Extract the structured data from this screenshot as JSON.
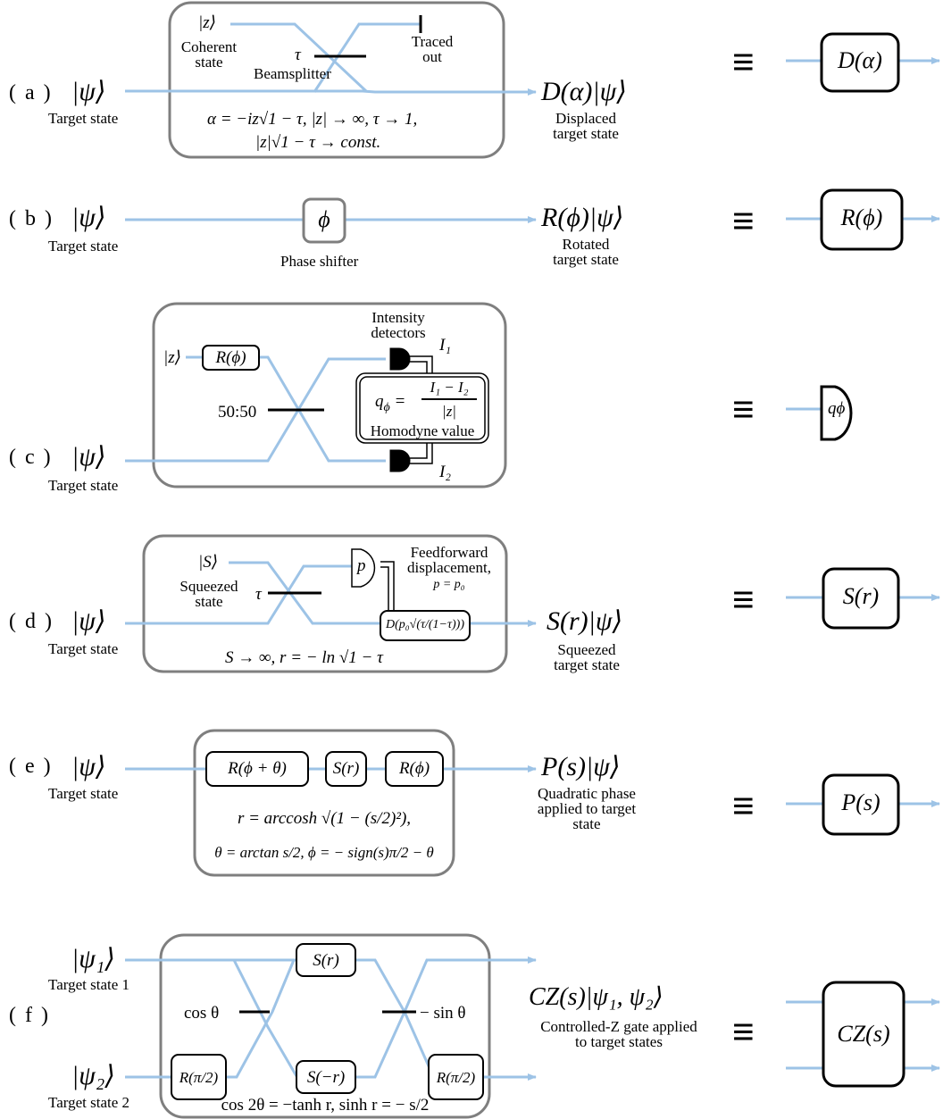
{
  "a": {
    "label": "( a )",
    "input": "|ψ⟩",
    "input_caption": "Target state",
    "coherent": "|z⟩",
    "coherent_caption1": "Coherent",
    "coherent_caption2": "state",
    "tau": "τ",
    "beamsplitter": "Beamsplitter",
    "traced1": "Traced",
    "traced2": "out",
    "formula1": "α = −iz√1 − τ, |z| → ∞, τ → 1,",
    "formula2": "|z|√1 − τ → const.",
    "output": "D(α)|ψ⟩",
    "output_caption1": "Displaced",
    "output_caption2": "target state",
    "gate": "D(α)"
  },
  "b": {
    "label": "( b )",
    "input": "|ψ⟩",
    "input_caption": "Target state",
    "phase": "ϕ",
    "phase_caption": "Phase shifter",
    "output": "R(ϕ)|ψ⟩",
    "output_caption1": "Rotated",
    "output_caption2": "target state",
    "gate": "R(ϕ)"
  },
  "c": {
    "label": "( c )",
    "input": "|ψ⟩",
    "input_caption": "Target state",
    "coherent": "|z⟩",
    "rotation": "R(ϕ)",
    "split": "50:50",
    "detectors1": "Intensity",
    "detectors2": "detectors",
    "i1": "I₁",
    "i2": "I₂",
    "q_lhs": "q",
    "q_sub": "ϕ",
    "q_num": "I₁ − I₂",
    "q_den": "|z|",
    "homodyne": "Homodyne value",
    "gate": "qϕ"
  },
  "d": {
    "label": "( d )",
    "input": "|ψ⟩",
    "input_caption": "Target state",
    "squeezed": "|S⟩",
    "squeezed_caption1": "Squeezed",
    "squeezed_caption2": "state",
    "tau": "τ",
    "p": "p",
    "ff1": "Feedforward",
    "ff2": "displacement,",
    "ff3": "p = p₀",
    "displacement": "D(p₀√(τ/(1−τ)))",
    "formula": "S → ∞, r = − ln √1 − τ",
    "output": "S(r)|ψ⟩",
    "output_caption1": "Squeezed",
    "output_caption2": "target state",
    "gate": "S(r)"
  },
  "e": {
    "label": "( e )",
    "input": "|ψ⟩",
    "input_caption": "Target state",
    "r1": "R(ϕ + θ)",
    "s": "S(r)",
    "r2": "R(ϕ)",
    "formula1": "r = arccosh √(1 − (s/2)²),",
    "formula2": "θ = arctan s/2, ϕ = − sign(s)π/2 − θ",
    "output": "P(s)|ψ⟩",
    "output_caption1": "Quadratic phase",
    "output_caption2": "applied to target",
    "output_caption3": "state",
    "gate": "P(s)"
  },
  "f": {
    "label": "( f )",
    "input1": "|ψ₁⟩",
    "input1_caption": "Target state 1",
    "input2": "|ψ₂⟩",
    "input2_caption": "Target state 2",
    "cos": "cos θ",
    "sin": "− sin θ",
    "s_top": "S(r)",
    "s_bot": "S(−r)",
    "r_left": "R(π/2)",
    "r_right": "R(π/2)",
    "formula": "cos 2θ = −tanh r,  sinh r = − s/2",
    "output": "CZ(s)|ψ₁, ψ₂⟩",
    "output_caption1": "Controlled-Z gate applied",
    "output_caption2": "to target states",
    "gate": "CZ(s)"
  },
  "equiv": "≡",
  "colors": {
    "wire": "#9DC3E6",
    "box": "#7F7F7F",
    "ink": "#000000"
  }
}
